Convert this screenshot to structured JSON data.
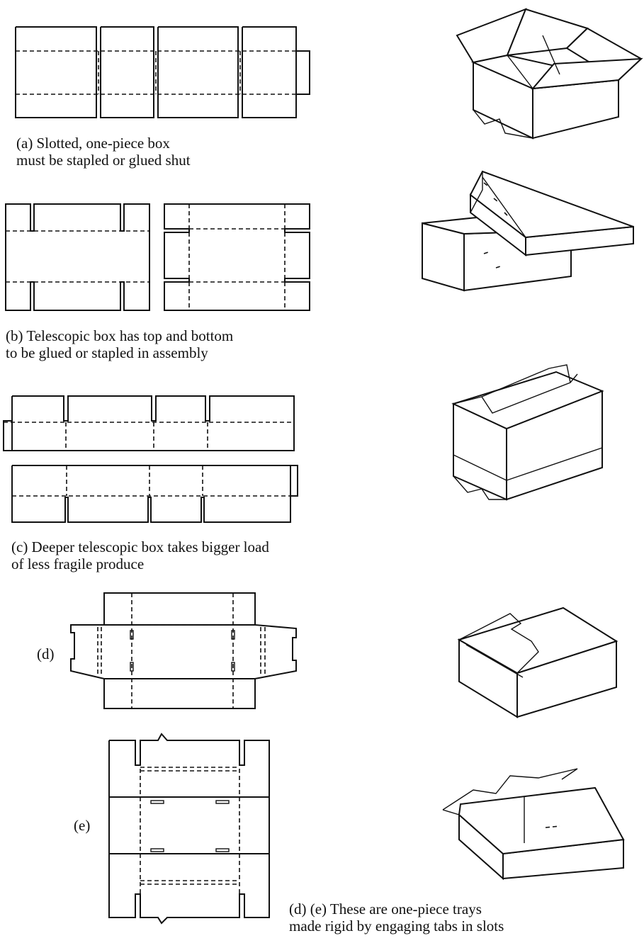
{
  "captions": {
    "a": [
      "(a) Slotted, one-piece box",
      "must be stapled or glued shut"
    ],
    "b": [
      "(b) Telescopic box has top and bottom",
      "to be glued or stapled in assembly"
    ],
    "c": [
      "(c) Deeper telescopic box takes bigger load",
      "of less fragile produce"
    ],
    "d_label": "(d)",
    "e_label": "(e)",
    "de": [
      "(d) (e) These are one-piece trays",
      "made rigid by engaging tabs in slots"
    ]
  }
}
